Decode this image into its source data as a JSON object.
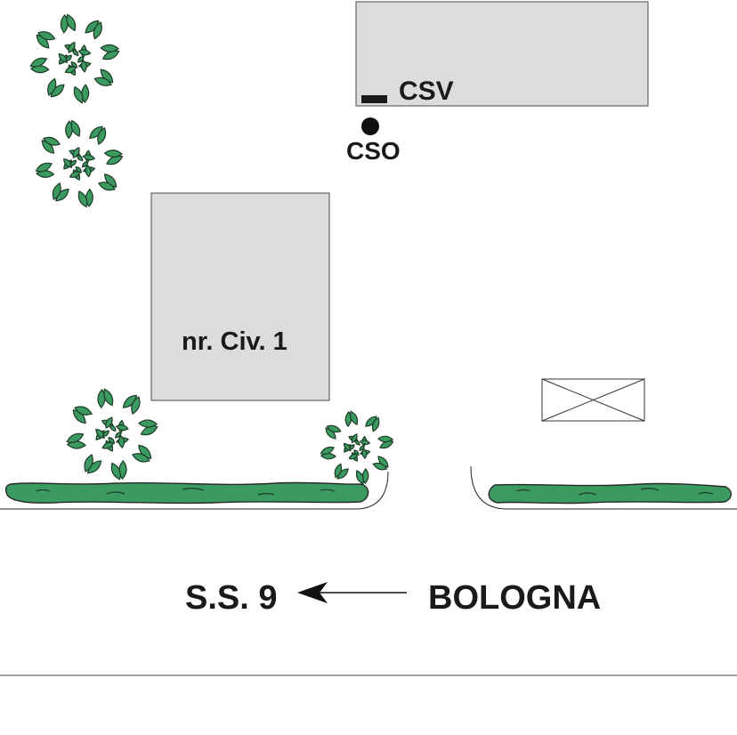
{
  "labels": {
    "csv": "CSV",
    "cso": "CSO",
    "building": "nr. Civ. 1",
    "road_west": "S.S. 9",
    "road_east": "BOLOGNA"
  },
  "colors": {
    "building_fill": "#dcdcdc",
    "vegetation": "#3a9a5f",
    "outline": "#1a1a1a"
  },
  "icons": {
    "tree": "tree-icon",
    "hedge": "hedge-icon",
    "meter_box": "meter-box-icon",
    "valve": "valve-point-icon",
    "arrow": "arrow-left-icon",
    "crossed_box": "crossed-box-icon"
  }
}
